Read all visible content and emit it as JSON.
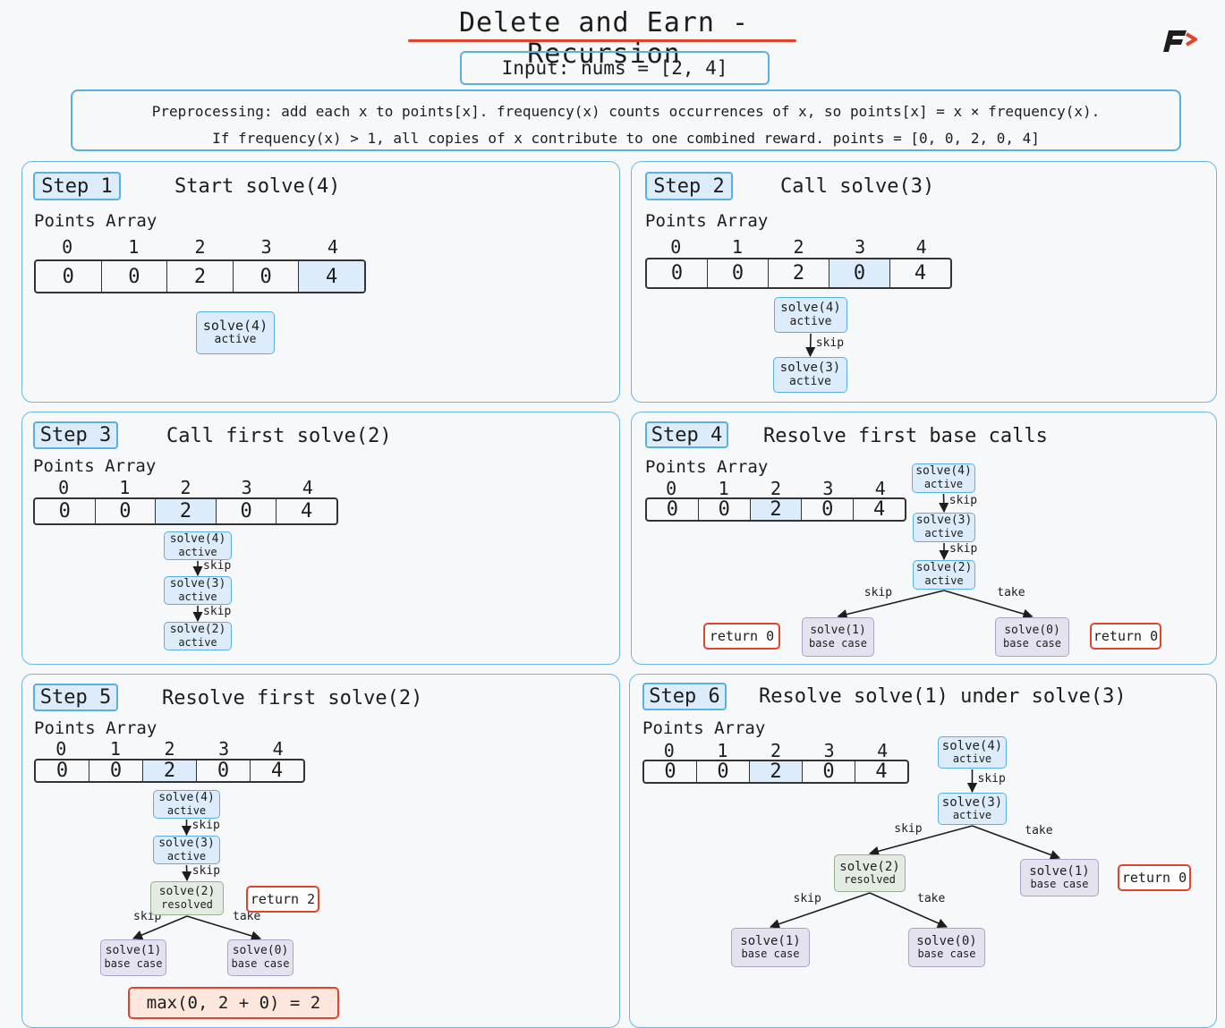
{
  "title": "Delete and Earn - Recursion",
  "input": "Input: nums = [2, 4]",
  "preprocessing": {
    "line1": "Preprocessing: add each x to points[x]. frequency(x) counts occurrences of x, so points[x] = x × frequency(x).",
    "line2": "If frequency(x) > 1, all copies of x contribute to one combined reward. points = [0, 0, 2, 0, 4]"
  },
  "points_label": "Points Array",
  "indices": [
    "0",
    "1",
    "2",
    "3",
    "4"
  ],
  "points": [
    "0",
    "0",
    "2",
    "0",
    "4"
  ],
  "colors": {
    "accent": "#5ab0e0",
    "highlight": "#dcecfa",
    "base": "#e4e2ef",
    "resolved": "#e3ebe2",
    "return": "#e0452c",
    "title_underline": "#e0452c"
  },
  "steps": [
    {
      "label": "Step 1",
      "title": "Start solve(4)",
      "highlight": 4,
      "nodes": [
        {
          "id": "a",
          "line1": "solve(4)",
          "line2": "active",
          "kind": "active"
        }
      ],
      "edges": [],
      "returns": []
    },
    {
      "label": "Step 2",
      "title": "Call solve(3)",
      "highlight": 3,
      "nodes": [
        {
          "id": "a",
          "line1": "solve(4)",
          "line2": "active",
          "kind": "active"
        },
        {
          "id": "b",
          "line1": "solve(3)",
          "line2": "active",
          "kind": "active"
        }
      ],
      "edges": [
        {
          "from": "a",
          "to": "b",
          "label": "skip"
        }
      ],
      "returns": []
    },
    {
      "label": "Step 3",
      "title": "Call first solve(2)",
      "highlight": 2,
      "nodes": [
        {
          "id": "a",
          "line1": "solve(4)",
          "line2": "active",
          "kind": "active"
        },
        {
          "id": "b",
          "line1": "solve(3)",
          "line2": "active",
          "kind": "active"
        },
        {
          "id": "c",
          "line1": "solve(2)",
          "line2": "active",
          "kind": "active"
        }
      ],
      "edges": [
        {
          "from": "a",
          "to": "b",
          "label": "skip"
        },
        {
          "from": "b",
          "to": "c",
          "label": "skip"
        }
      ],
      "returns": []
    },
    {
      "label": "Step 4",
      "title": "Resolve first base calls",
      "highlight": 2,
      "nodes": [
        {
          "id": "a",
          "line1": "solve(4)",
          "line2": "active",
          "kind": "active"
        },
        {
          "id": "b",
          "line1": "solve(3)",
          "line2": "active",
          "kind": "active"
        },
        {
          "id": "c",
          "line1": "solve(2)",
          "line2": "active",
          "kind": "active"
        },
        {
          "id": "d",
          "line1": "solve(1)",
          "line2": "base case",
          "kind": "base"
        },
        {
          "id": "e",
          "line1": "solve(0)",
          "line2": "base case",
          "kind": "base"
        }
      ],
      "edges": [
        {
          "from": "a",
          "to": "b",
          "label": "skip"
        },
        {
          "from": "b",
          "to": "c",
          "label": "skip"
        },
        {
          "from": "c",
          "to": "d",
          "label": "skip"
        },
        {
          "from": "c",
          "to": "e",
          "label": "take"
        }
      ],
      "returns": [
        "return 0",
        "return 0"
      ]
    },
    {
      "label": "Step 5",
      "title": "Resolve first solve(2)",
      "highlight": 2,
      "nodes": [
        {
          "id": "a",
          "line1": "solve(4)",
          "line2": "active",
          "kind": "active"
        },
        {
          "id": "b",
          "line1": "solve(3)",
          "line2": "active",
          "kind": "active"
        },
        {
          "id": "c",
          "line1": "solve(2)",
          "line2": "resolved",
          "kind": "resolved"
        },
        {
          "id": "d",
          "line1": "solve(1)",
          "line2": "base case",
          "kind": "base"
        },
        {
          "id": "e",
          "line1": "solve(0)",
          "line2": "base case",
          "kind": "base"
        }
      ],
      "edges": [
        {
          "from": "a",
          "to": "b",
          "label": "skip"
        },
        {
          "from": "b",
          "to": "c",
          "label": "skip"
        },
        {
          "from": "c",
          "to": "d",
          "label": "skip"
        },
        {
          "from": "c",
          "to": "e",
          "label": "take"
        }
      ],
      "returns": [
        "return 2"
      ],
      "formula": "max(0, 2 + 0) = 2"
    },
    {
      "label": "Step 6",
      "title": "Resolve solve(1) under solve(3)",
      "highlight": 2,
      "nodes": [
        {
          "id": "a",
          "line1": "solve(4)",
          "line2": "active",
          "kind": "active"
        },
        {
          "id": "b",
          "line1": "solve(3)",
          "line2": "active",
          "kind": "active"
        },
        {
          "id": "c",
          "line1": "solve(2)",
          "line2": "resolved",
          "kind": "resolved"
        },
        {
          "id": "f",
          "line1": "solve(1)",
          "line2": "base case",
          "kind": "base"
        },
        {
          "id": "d",
          "line1": "solve(1)",
          "line2": "base case",
          "kind": "base"
        },
        {
          "id": "e",
          "line1": "solve(0)",
          "line2": "base case",
          "kind": "base"
        }
      ],
      "edges": [
        {
          "from": "a",
          "to": "b",
          "label": "skip"
        },
        {
          "from": "b",
          "to": "c",
          "label": "skip"
        },
        {
          "from": "b",
          "to": "f",
          "label": "take"
        },
        {
          "from": "c",
          "to": "d",
          "label": "skip"
        },
        {
          "from": "c",
          "to": "e",
          "label": "take"
        }
      ],
      "returns": [
        "return 0"
      ]
    }
  ]
}
